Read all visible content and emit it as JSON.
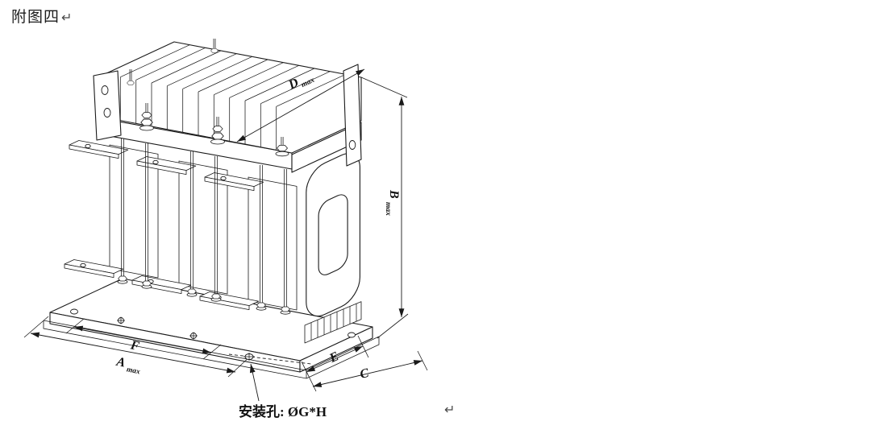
{
  "page": {
    "caption": "附图四",
    "paragraph_mark": "↵"
  },
  "dimensions": {
    "d": {
      "letter": "D",
      "suffix": "max"
    },
    "b": {
      "letter": "B",
      "suffix": "max"
    },
    "f": {
      "letter": "F"
    },
    "a": {
      "letter": "A",
      "suffix": "max"
    },
    "e": {
      "letter": "E"
    },
    "c": {
      "letter": "C"
    }
  },
  "callout": {
    "mounting_hole_label": "安装孔: ØG*H"
  },
  "colors": {
    "line": "#1a1a1a",
    "background": "#ffffff"
  }
}
